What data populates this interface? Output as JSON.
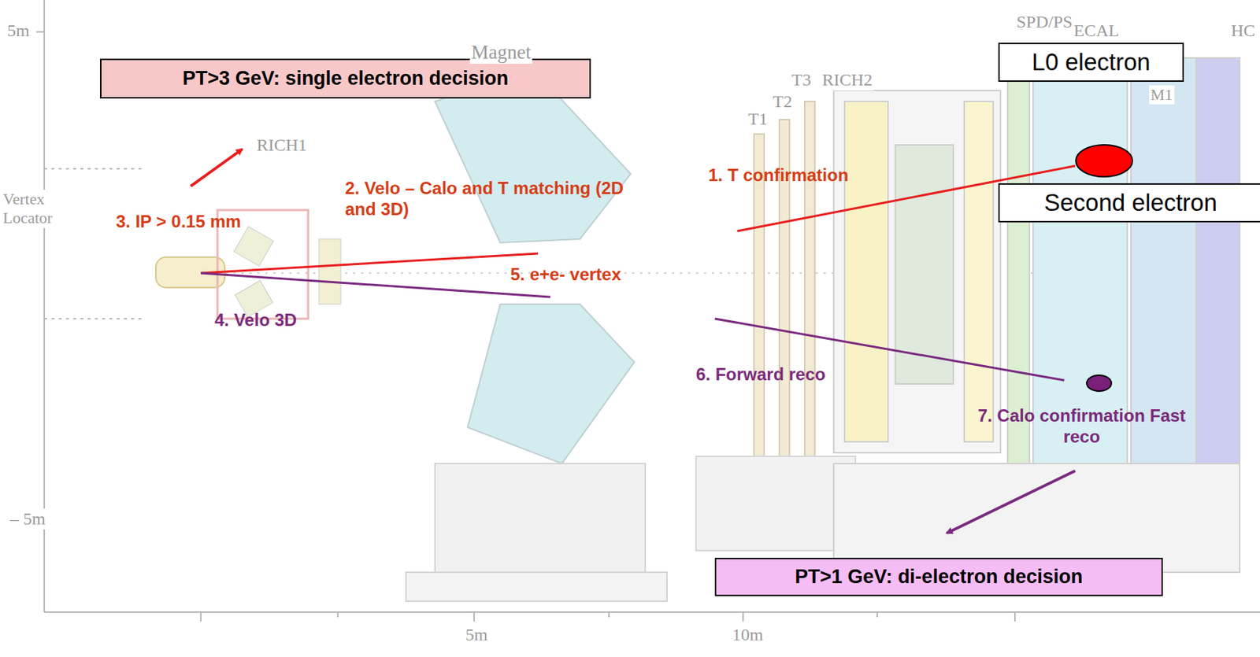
{
  "diagram": {
    "nodes": [
      {
        "text": [
          "PT>3 GeV: single electron decision"
        ]
      },
      {
        "text": [
          "L0 electron"
        ]
      },
      {
        "text": [
          "Second electron"
        ]
      },
      {
        "text": [
          "PT>1 GeV: di-electron decision"
        ]
      }
    ],
    "labels": [
      "5m",
      "Magnet",
      "RICH1",
      "Vertex Locator",
      "T1",
      "T2",
      "T3",
      "RICH2",
      "SPD/PS",
      "ECAL",
      "HC",
      "M1",
      "– 5m",
      "5m",
      "10m",
      "1. T confirmation",
      "2. Velo – Calo and T matching (2D and 3D)",
      "3. IP > 0.15 mm",
      "4. Velo 3D",
      "5. e+e- vertex",
      "6. Forward reco",
      "7. Calo confirmation Fast reco"
    ]
  }
}
